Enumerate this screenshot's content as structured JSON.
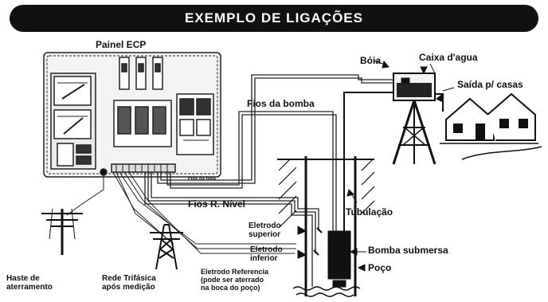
{
  "title": "EXEMPLO DE LIGAÇÕES",
  "labels": {
    "panel": "Painel ECP",
    "buoy": "Bóia",
    "water_tank": "Caixa d'agua",
    "house_outlet": "Saída p/ casas",
    "pump_wires": "Fios da bomba",
    "buoy_wires": "Fios da bóia",
    "level_relay_wires": "Fios R. Nível",
    "pipe": "Tubulação",
    "upper_electrode": "Eletrodo superior",
    "lower_electrode": "Eletrodo inferior",
    "submersible_pump": "Bomba submersa",
    "well": "Poço",
    "ground_rod": "Haste de aterramento",
    "three_phase_network": "Rede Trifásica após medição",
    "reference_electrode": "Eletrodo Referencia (pode ser aterrado na boca do poço)"
  },
  "lines": {
    "upper_electrode": [
      "Eletrodo",
      "superior"
    ],
    "lower_electrode": [
      "Eletrodo",
      "inferior"
    ],
    "ground_rod": [
      "Haste de",
      "aterramento"
    ],
    "three_phase_network": [
      "Rede Trifásica",
      "após medição"
    ],
    "reference_electrode": [
      "Eletrodo Referencia",
      "(pode ser aterrado",
      "na boca do poço)"
    ]
  }
}
